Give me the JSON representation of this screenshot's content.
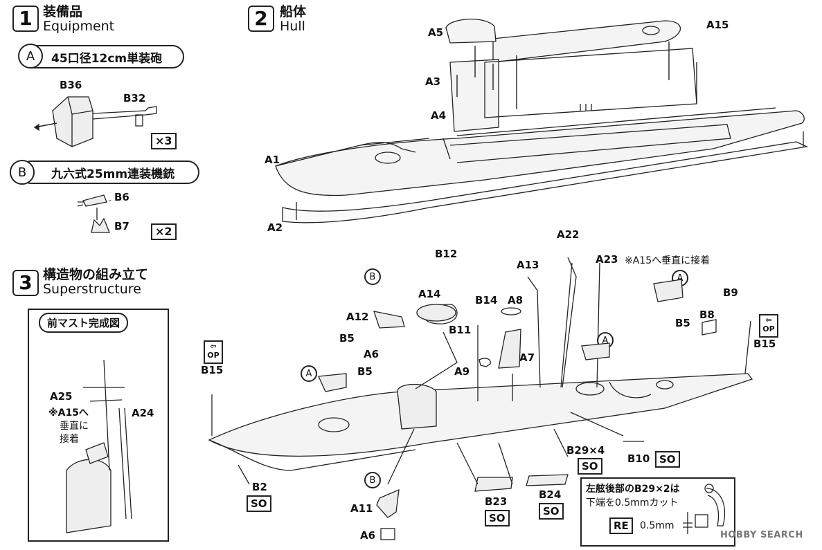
{
  "step1": {
    "num": "1",
    "jp": "装備品",
    "en": "Equipment"
  },
  "step2": {
    "num": "2",
    "jp": "船体",
    "en": "Hull"
  },
  "step3": {
    "num": "3",
    "jp": "構造物の組み立て",
    "en": "Superstructure"
  },
  "weapon_a": {
    "letter": "A",
    "name": "45口径12cm単装砲",
    "qty": "×3"
  },
  "weapon_b": {
    "letter": "B",
    "name": "九六式25mm連装機銃",
    "qty": "×2"
  },
  "inset": {
    "title": "前マスト完成図",
    "note_line1": "※A15へ",
    "note_line2": "垂直に",
    "note_line3": "接着"
  },
  "labels": {
    "b36": "B36",
    "b32": "B32",
    "b6": "B6",
    "b7": "B7",
    "a1": "A1",
    "a2": "A2",
    "a3": "A3",
    "a4": "A4",
    "a5": "A5",
    "a15": "A15",
    "a22": "A22",
    "a23": "A23",
    "a23_note": "※A15へ垂直に接着",
    "a12": "A12",
    "a14": "A14",
    "a13": "A13",
    "a8": "A8",
    "b12": "B12",
    "b14": "B14",
    "b11": "B11",
    "a9": "A9",
    "a7": "A7",
    "a6": "A6",
    "a6b": "A6",
    "b5a": "B5",
    "b5b": "B5",
    "b5c": "B5",
    "b15a": "B15",
    "b15b": "B15",
    "b8": "B8",
    "b9": "B9",
    "b2": "B2",
    "a11": "A11",
    "b23": "B23",
    "b24": "B24",
    "b29": "B29×4",
    "b10": "B10",
    "a25": "A25",
    "a24": "A24"
  },
  "codes": {
    "so": "SO",
    "op_top": "⇦",
    "op_text": "OP",
    "re": "RE"
  },
  "cut_note": {
    "line1": "左舷後部のB29×2は",
    "line2": "下端を0.5mmカット",
    "dim": "0.5mm"
  },
  "watermark": "HOBBY SEARCH",
  "circles": {
    "a": "A",
    "b": "B"
  }
}
